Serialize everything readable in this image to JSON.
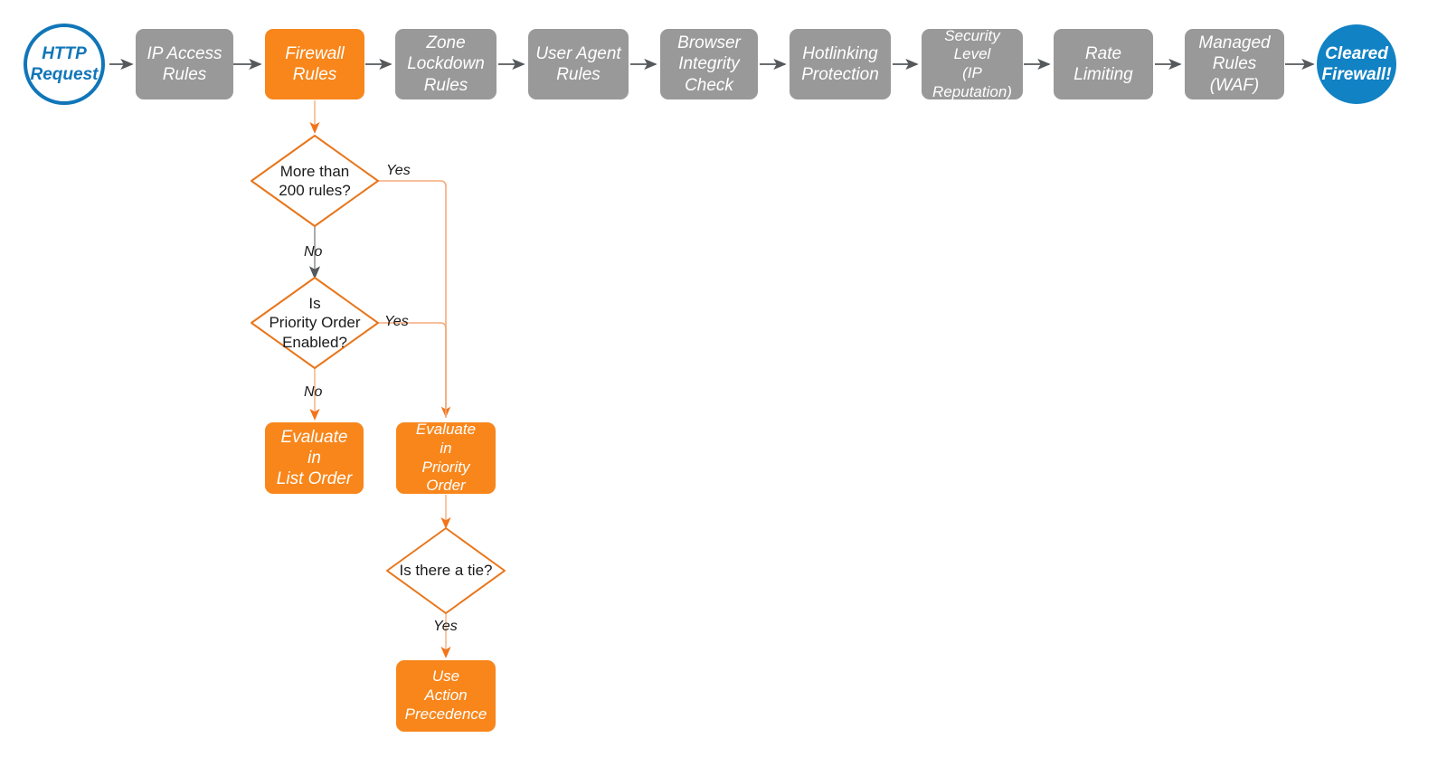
{
  "diagram": {
    "title": "Cloudflare Firewall Rules Evaluation Order",
    "colors": {
      "gray_fill": "#999999",
      "orange_fill": "#f8861b",
      "orange_stroke": "#e8761b",
      "orange_light_wire": "#f6a97b",
      "blue_stroke": "#1076b8",
      "blue_fill": "#1182c4",
      "gray_wire": "#6b6b6b",
      "text_dark": "#1a1a1a",
      "background": "#ffffff"
    },
    "pipeline": [
      {
        "id": "http-request",
        "label": "HTTP\nRequest",
        "shape": "circle-outline"
      },
      {
        "id": "ip-access-rules",
        "label": "IP Access\nRules",
        "shape": "box-gray"
      },
      {
        "id": "firewall-rules",
        "label": "Firewall\nRules",
        "shape": "box-orange"
      },
      {
        "id": "zone-lockdown",
        "label": "Zone\nLockdown\nRules",
        "shape": "box-gray"
      },
      {
        "id": "user-agent-rules",
        "label": "User Agent\nRules",
        "shape": "box-gray"
      },
      {
        "id": "browser-integrity",
        "label": "Browser\nIntegrity\nCheck",
        "shape": "box-gray"
      },
      {
        "id": "hotlinking",
        "label": "Hotlinking\nProtection",
        "shape": "box-gray"
      },
      {
        "id": "security-level",
        "label": "Security\nLevel\n(IP Reputation)",
        "shape": "box-gray"
      },
      {
        "id": "rate-limiting",
        "label": "Rate\nLimiting",
        "shape": "box-gray"
      },
      {
        "id": "managed-rules",
        "label": "Managed\nRules\n(WAF)",
        "shape": "box-gray"
      },
      {
        "id": "cleared-firewall",
        "label": "Cleared\nFirewall!",
        "shape": "circle-filled"
      }
    ],
    "decisions": [
      {
        "id": "more-than-200-rules",
        "label": "More than\n200 rules?"
      },
      {
        "id": "priority-order-enabled",
        "label": "Is\nPriority Order\nEnabled?"
      },
      {
        "id": "is-there-a-tie",
        "label": "Is there a tie?"
      }
    ],
    "outcomes": [
      {
        "id": "evaluate-list-order",
        "label": "Evaluate\nin\nList Order"
      },
      {
        "id": "evaluate-priority-order",
        "label": "Evaluate\nin\nPriority Order"
      },
      {
        "id": "use-action-precedence",
        "label": "Use\nAction\nPrecedence"
      }
    ],
    "edge_labels": {
      "yes_more_than_200": "Yes",
      "no_more_than_200": "No",
      "yes_priority_order": "Yes",
      "no_priority_order": "No",
      "yes_tie": "Yes"
    }
  }
}
